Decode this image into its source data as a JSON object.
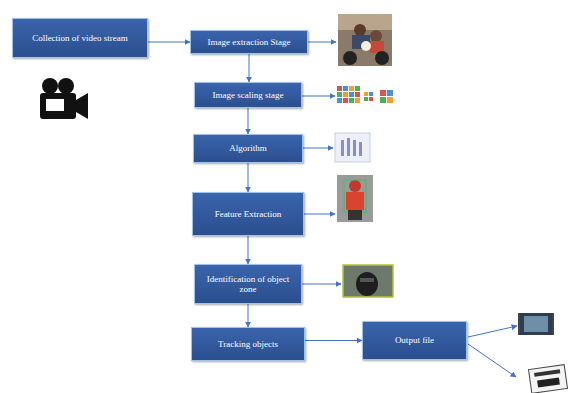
{
  "diagram": {
    "nodes": [
      {
        "text": [
          "Collection of video stream"
        ]
      },
      {
        "text": [
          "Image extraction Stage"
        ]
      },
      {
        "text": [
          "Image scaling stage"
        ]
      },
      {
        "text": [
          "Algorithm"
        ]
      },
      {
        "text": [
          "Feature Extraction"
        ]
      },
      {
        "text": [
          "Identification of object zone"
        ]
      },
      {
        "text": [
          "Tracking objects"
        ]
      },
      {
        "text": [
          "Output file"
        ]
      }
    ],
    "edges": [
      {
        "from": 0,
        "to": 1,
        "arrow": "to"
      },
      {
        "from": 1,
        "to": 2,
        "arrow": "to"
      },
      {
        "from": 2,
        "to": 3,
        "arrow": "to"
      },
      {
        "from": 3,
        "to": 4,
        "arrow": "to"
      },
      {
        "from": 4,
        "to": 5,
        "arrow": "to"
      },
      {
        "from": 5,
        "to": 6,
        "arrow": "to"
      },
      {
        "from": 6,
        "to": 7,
        "arrow": "to"
      }
    ]
  }
}
